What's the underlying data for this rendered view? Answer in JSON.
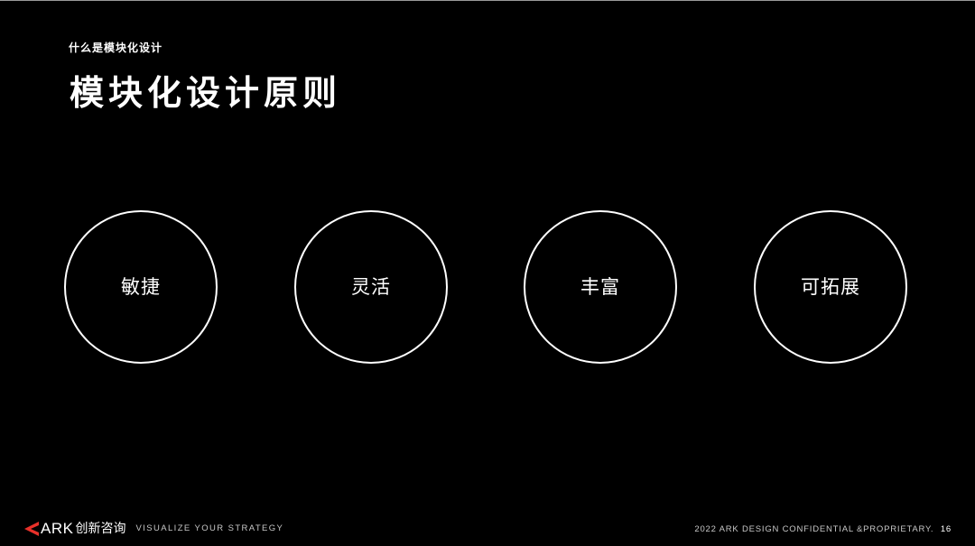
{
  "colors": {
    "background": "#000000",
    "text": "#ffffff",
    "circle_stroke": "#ffffff",
    "brand_accent": "#e8312a",
    "footer_text": "#c8c8c8"
  },
  "header": {
    "section_label": "什么是模块化设计",
    "title": "模块化设计原则"
  },
  "principles": [
    {
      "label": "敏捷"
    },
    {
      "label": "灵活"
    },
    {
      "label": "丰富"
    },
    {
      "label": "可拓展"
    }
  ],
  "footer": {
    "logo_icon": "ark-logo-icon",
    "brand_word": "ARK",
    "brand_cn": "创新咨询",
    "tagline": "VISUALIZE YOUR STRATEGY",
    "copyright": "2022 ARK DESIGN CONFIDENTIAL &PROPRIETARY.",
    "page_number": "16"
  }
}
